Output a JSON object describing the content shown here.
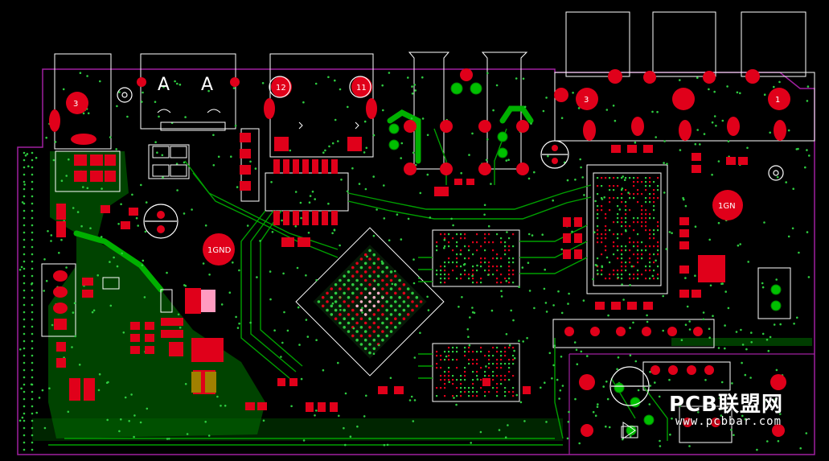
{
  "colors": {
    "background": "#000000",
    "outline": "#ffffff",
    "board_edge": "#a020a0",
    "trace": "#00a000",
    "copper": "#008f00",
    "pad": "#e0001a",
    "via": "#2ecc40",
    "keepout": "#ffffff"
  },
  "labels": {
    "pin_A1": "A",
    "pin_A2": "A",
    "hole_J2": "12",
    "hole_J1": "11",
    "gnd_center": "1GND",
    "gnd_right": "1GN",
    "mount_3": "3",
    "mount_1": "1",
    "mount_left": "3"
  },
  "watermark": {
    "title": "PCB联盟网",
    "url": "www.pcbbar.com"
  }
}
